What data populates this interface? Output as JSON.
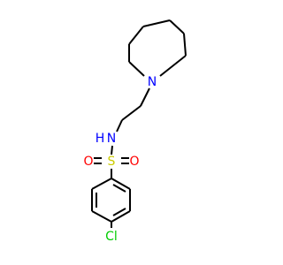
{
  "molecule": {
    "atoms": {
      "n_ring": {
        "symbol": "N",
        "color": "#0000ff"
      },
      "n_amide": {
        "symbol": "N",
        "h": "H",
        "color": "#0000ff"
      },
      "sulfur": {
        "symbol": "S",
        "color": "#cccc00"
      },
      "o_left": {
        "symbol": "O",
        "color": "#ff0000"
      },
      "o_right": {
        "symbol": "O",
        "color": "#ff0000"
      },
      "chlorine": {
        "symbol": "Cl",
        "color": "#00cc00"
      }
    }
  }
}
